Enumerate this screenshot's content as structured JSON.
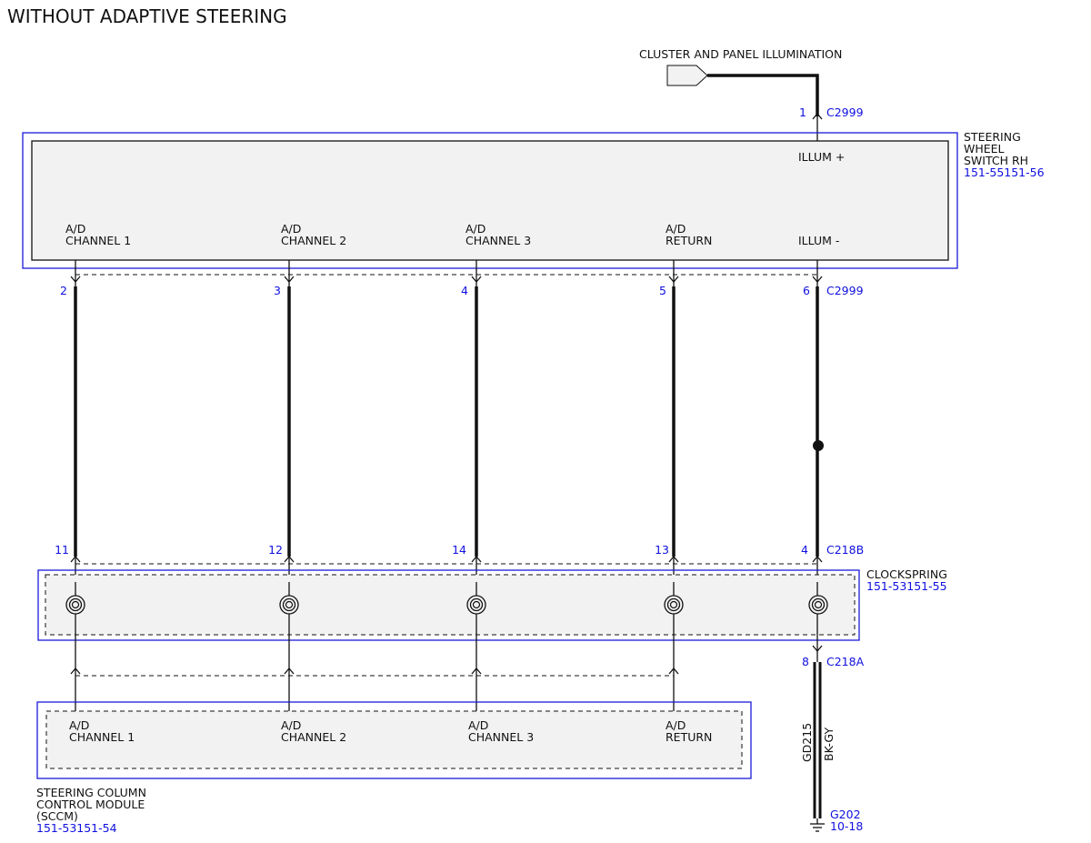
{
  "title": "WITHOUT ADAPTIVE STEERING",
  "cluster_label": "CLUSTER AND PANEL ILLUMINATION",
  "switch_rh": {
    "name_lines": [
      "STEERING",
      "WHEEL",
      "SWITCH RH"
    ],
    "part": "151-55151-56",
    "illum_plus": "ILLUM +",
    "pins": [
      {
        "l1": "A/D",
        "l2": "CHANNEL 1"
      },
      {
        "l1": "A/D",
        "l2": "CHANNEL 2"
      },
      {
        "l1": "A/D",
        "l2": "CHANNEL 3"
      },
      {
        "l1": "A/D",
        "l2": "RETURN"
      },
      {
        "l1": "",
        "l2": "ILLUM -"
      }
    ]
  },
  "conn_c2999": {
    "name": "C2999",
    "top_pin": "1",
    "bottom_pins": [
      "2",
      "3",
      "4",
      "5",
      "6"
    ]
  },
  "conn_c218b": {
    "name": "C218B",
    "pins": [
      "11",
      "12",
      "14",
      "13",
      "4"
    ]
  },
  "clockspring": {
    "name": "CLOCKSPRING",
    "part": "151-53151-55"
  },
  "conn_c218a": {
    "name": "C218A",
    "pin": "8"
  },
  "wire_ground": {
    "circuit": "GD215",
    "color": "BK-GY"
  },
  "ground": {
    "name": "G202",
    "ref": "10-18"
  },
  "sccm": {
    "name_lines": [
      "STEERING COLUMN",
      "CONTROL MODULE",
      "(SCCM)"
    ],
    "part": "151-53151-54",
    "pins": [
      {
        "l1": "A/D",
        "l2": "CHANNEL 1"
      },
      {
        "l1": "A/D",
        "l2": "CHANNEL 2"
      },
      {
        "l1": "A/D",
        "l2": "CHANNEL 3"
      },
      {
        "l1": "A/D",
        "l2": "RETURN"
      }
    ]
  },
  "colors": {
    "outline": "#1a1ad8",
    "ref_text": "#1010e0",
    "fill": "#f2f2f2",
    "wire": "#111111"
  }
}
